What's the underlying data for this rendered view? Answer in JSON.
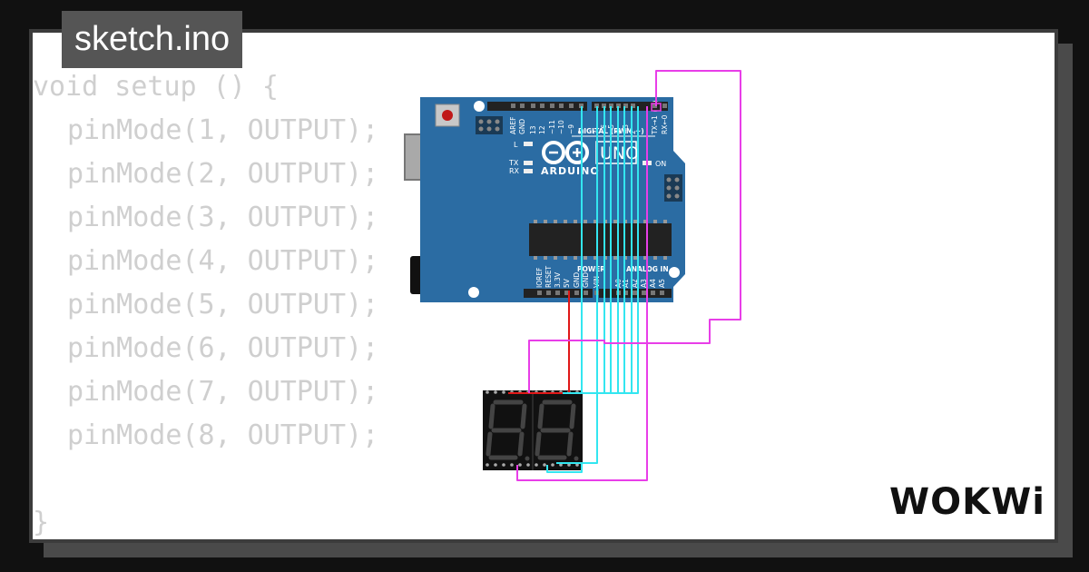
{
  "title": "sketch.ino",
  "code": {
    "lines": [
      "void setup () {",
      "pinMode(1, OUTPUT);",
      "pinMode(2, OUTPUT);",
      "pinMode(3, OUTPUT);",
      "pinMode(4, OUTPUT);",
      "pinMode(5, OUTPUT);",
      "pinMode(6, OUTPUT);",
      "pinMode(7, OUTPUT);",
      "pinMode(8, OUTPUT);",
      "",
      "}"
    ]
  },
  "arduino": {
    "brand": "ARDUINO",
    "model": "UNO",
    "digital_label": "DIGITAL (PWM ~)",
    "power_label": "POWER",
    "analog_label": "ANALOG IN",
    "on_label": "ON",
    "l_label": "L",
    "tx_label": "TX",
    "rx_label": "RX",
    "top_pins": [
      "AREF",
      "GND",
      "13",
      "12",
      "~11",
      "~10",
      "~9",
      "8",
      "7",
      "~6",
      "~5",
      "4",
      "~3",
      "2",
      "TX→1",
      "RX←0"
    ],
    "bottom_pins": [
      "IOREF",
      "RESET",
      "3.3V",
      "5V",
      "GND",
      "GND",
      "VIN",
      "A0",
      "A1",
      "A2",
      "A3",
      "A4",
      "A5"
    ]
  },
  "logo": "WOKWi",
  "colors": {
    "board": "#2b6ca3",
    "wire_cyan": "#33e6f0",
    "wire_magenta": "#e83ee8",
    "wire_red": "#e01818",
    "code_text": "#cfcfcf"
  }
}
